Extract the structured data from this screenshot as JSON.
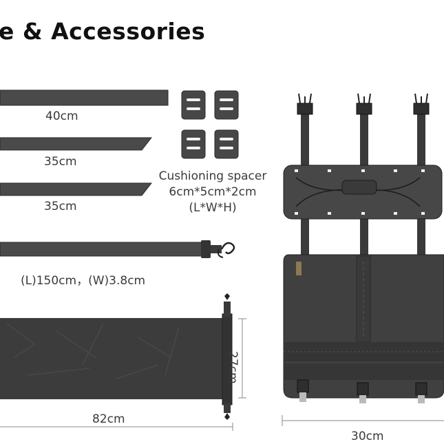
{
  "title": "e  &  Accessories",
  "labels": {
    "strap1": "40cm",
    "strap2": "35cm",
    "strap3": "35cm",
    "long_strap": "(L)150cm，(W)3.8cm",
    "spacer_name": "Cushioning spacer",
    "spacer_size": "6cm*5cm*2cm",
    "spacer_dims": "(L*W*H)",
    "bag_width": "82cm",
    "bag_height": "27cm",
    "panel_width": "30cm"
  },
  "colors": {
    "strap": "#4a4a4a",
    "fabric": "#3c3c3c",
    "panel": "#444444",
    "background": "#ffffff"
  }
}
